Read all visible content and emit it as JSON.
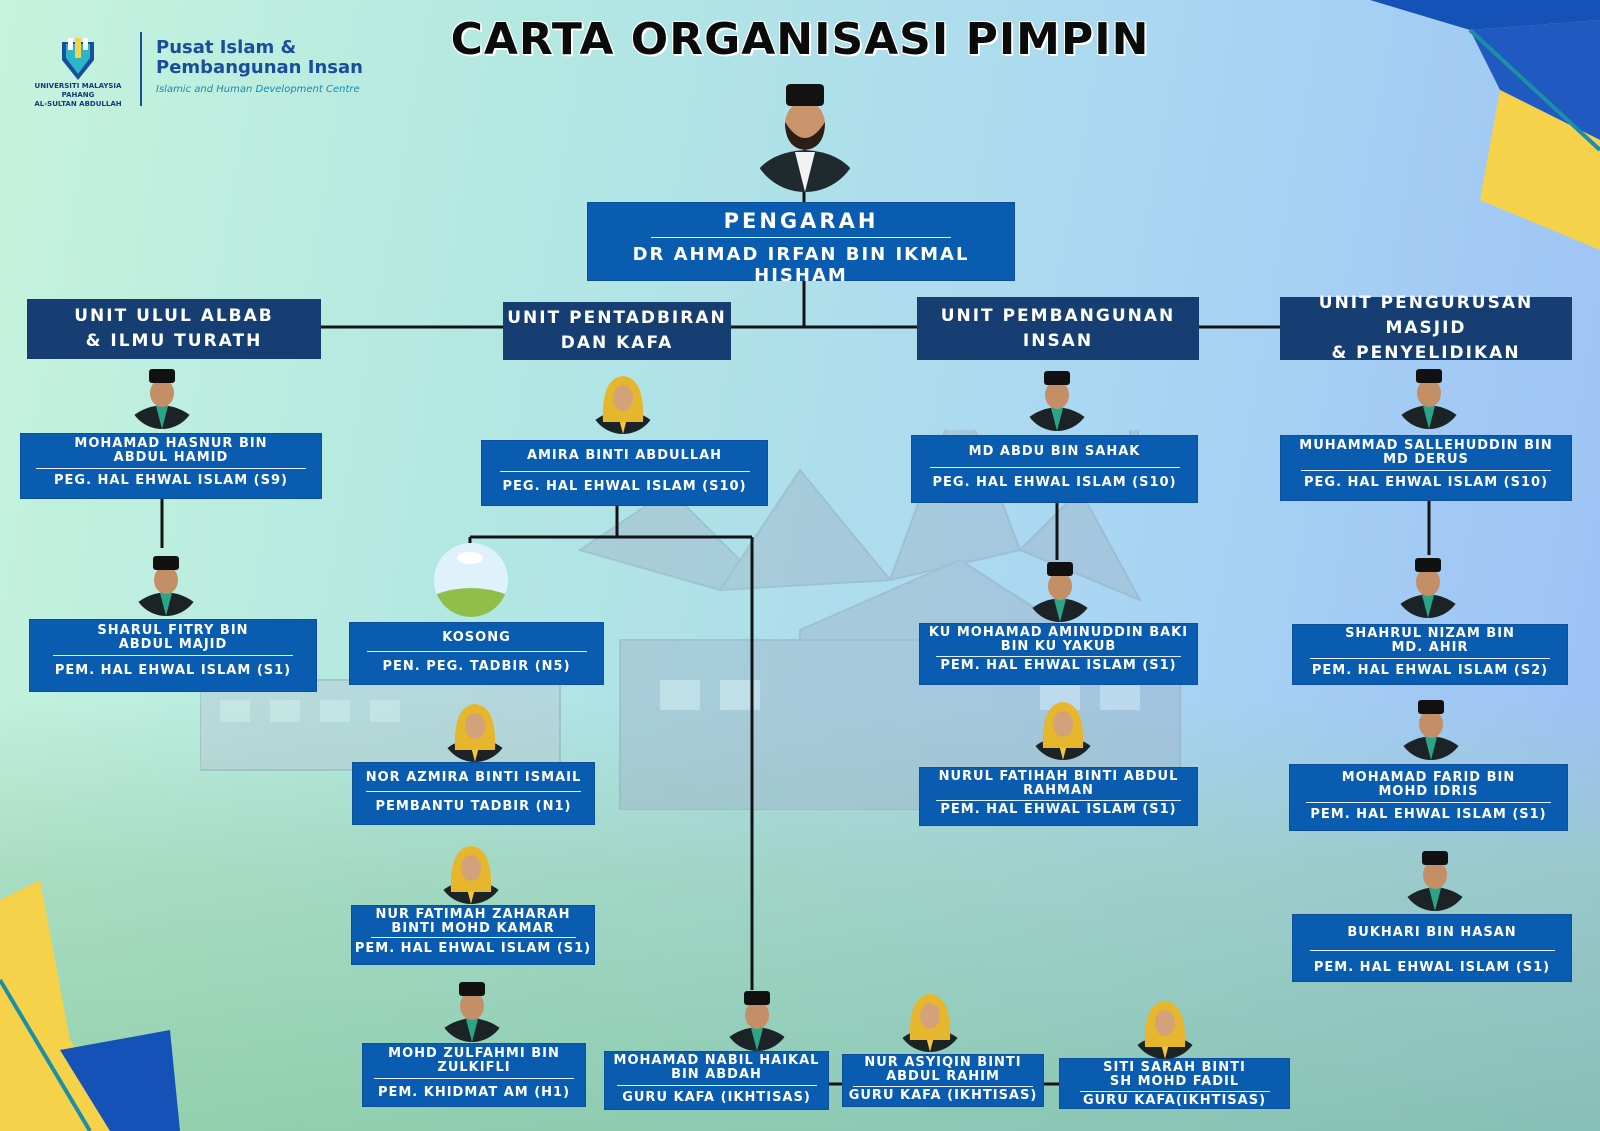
{
  "title": "CARTA ORGANISASI PIMPIN",
  "logo": {
    "line1": "Pusat Islam &",
    "line2": "Pembangunan Insan",
    "line3": "Islamic and Human Development Centre",
    "uni1": "UNIVERSITI MALAYSIA PAHANG",
    "uni2": "AL-SULTAN ABDULLAH"
  },
  "director": {
    "role": "PENGARAH",
    "name": "DR AHMAD IRFAN BIN IKMAL HISHAM"
  },
  "units": [
    {
      "line1": "UNIT ULUL ALBAB",
      "line2": "& ILMU TURATH"
    },
    {
      "line1": "UNIT PENTADBIRAN",
      "line2": "DAN KAFA"
    },
    {
      "line1": "UNIT PEMBANGUNAN",
      "line2": "INSAN"
    },
    {
      "line1": "UNIT PENGURUSAN MASJID",
      "line2": "& PENYELIDIKAN"
    }
  ],
  "staff": {
    "hasnur": {
      "name1": "MOHAMAD HASNUR BIN",
      "name2": "ABDUL HAMID",
      "role": "PEG. HAL EHWAL ISLAM (S9)"
    },
    "sharul": {
      "name1": "SHARUL FITRY BIN",
      "name2": "ABDUL MAJID",
      "role": "PEM. HAL EHWAL ISLAM (S1)"
    },
    "amira": {
      "name1": "AMIRA BINTI ABDULLAH",
      "role": "PEG. HAL EHWAL ISLAM (S10)"
    },
    "kosong": {
      "name1": "KOSONG",
      "role": "PEN. PEG. TADBIR (N5)"
    },
    "norazmira": {
      "name1": "NOR AZMIRA BINTI ISMAIL",
      "role": "PEMBANTU TADBIR (N1)"
    },
    "fatimah": {
      "name1": "NUR FATIMAH ZAHARAH",
      "name2": "BINTI MOHD KAMAR",
      "role": "PEM.  HAL EHWAL ISLAM (S1)"
    },
    "zulfahmi": {
      "name1": "MOHD ZULFAHMI BIN",
      "name2": "ZULKIFLI",
      "role": "PEM. KHIDMAT AM (H1)"
    },
    "nabil": {
      "name1": "MOHAMAD NABIL HAIKAL",
      "name2": "BIN ABDAH",
      "role": "GURU KAFA (IKHTISAS)"
    },
    "asyiqin": {
      "name1": "NUR ASYIQIN BINTI",
      "name2": "ABDUL RAHIM",
      "role": "GURU KAFA (IKHTISAS)"
    },
    "sarah": {
      "name1": "SITI SARAH BINTI",
      "name2": "SH MOHD FADIL",
      "role": "GURU KAFA(IKHTISAS)"
    },
    "abdu": {
      "name1": "MD ABDU BIN SAHAK",
      "role": "PEG. HAL EHWAL ISLAM (S10)"
    },
    "aminuddin": {
      "name1": "KU MOHAMAD AMINUDDIN BAKI",
      "name2": "BIN KU YAKUB",
      "role": "PEM. HAL EHWAL ISLAM (S1)"
    },
    "fatihah": {
      "name1": "NURUL FATIHAH BINTI ABDUL",
      "name2": "RAHMAN",
      "role": "PEM. HAL EHWAL ISLAM (S1)"
    },
    "sallehuddin": {
      "name1": "MUHAMMAD SALLEHUDDIN BIN",
      "name2": "MD DERUS",
      "role": "PEG. HAL EHWAL ISLAM (S10)"
    },
    "shahrul": {
      "name1": "SHAHRUL NIZAM BIN",
      "name2": "MD. AHIR",
      "role": "PEM. HAL EHWAL ISLAM (S2)"
    },
    "farid": {
      "name1": "MOHAMAD FARID BIN",
      "name2": "MOHD IDRIS",
      "role": "PEM. HAL EHWAL ISLAM (S1)"
    },
    "bukhari": {
      "name1": "BUKHARI BIN HASAN",
      "role": "PEM. HAL EHWAL ISLAM (S1)"
    }
  },
  "colors": {
    "box": "#0a5cb0",
    "unit": "#163e73",
    "accent_yellow": "#f6d24a",
    "accent_blue": "#1452b8"
  }
}
